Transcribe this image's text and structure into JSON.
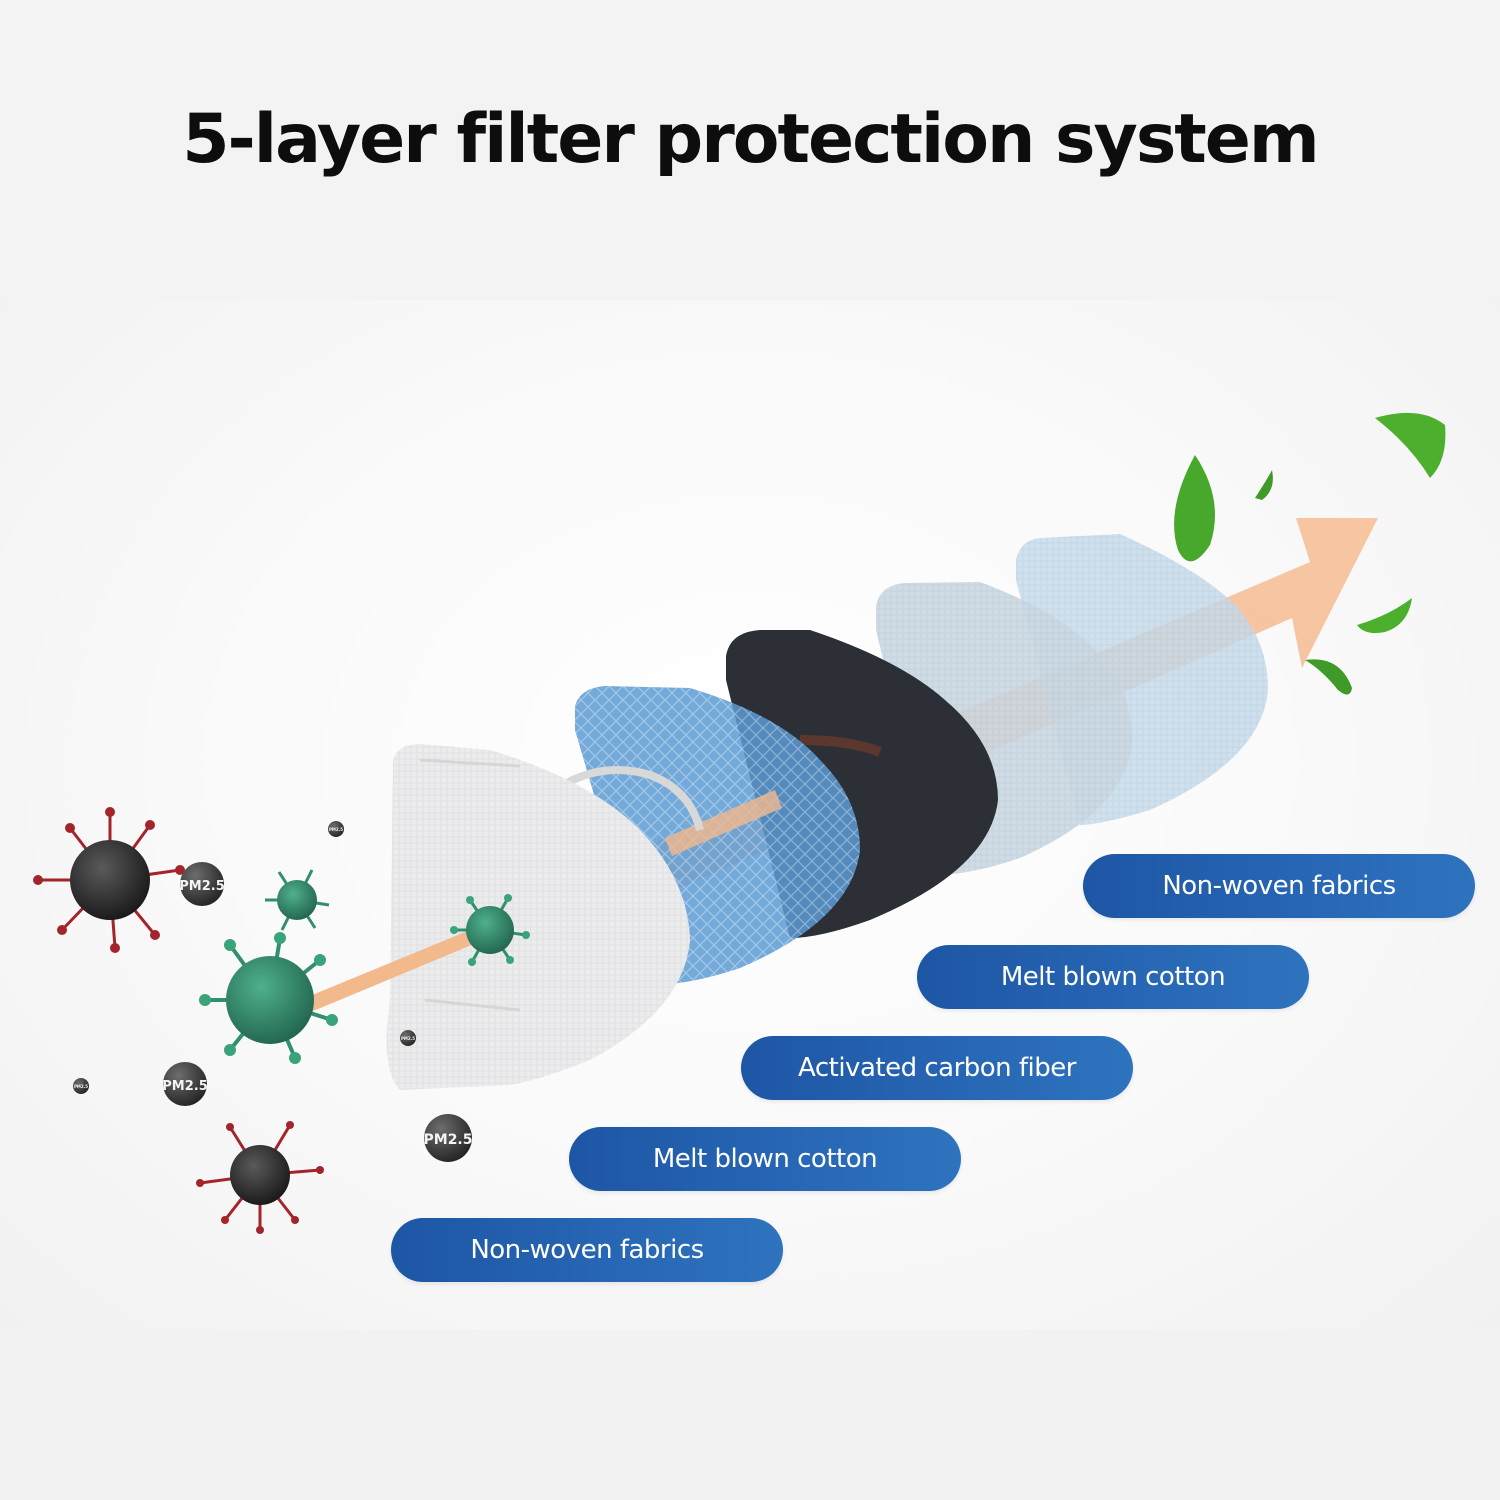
{
  "title": "5-layer filter protection system",
  "particle_label": "PM2.5",
  "layers": [
    {
      "label": "Non-woven fabrics"
    },
    {
      "label": "Melt blown cotton"
    },
    {
      "label": "Activated carbon fiber"
    },
    {
      "label": "Melt blown cotton"
    },
    {
      "label": "Non-woven fabrics"
    }
  ],
  "colors": {
    "label_blue": "#2766b4",
    "airflow_arrow": "#f2b98d",
    "virus_red": "#a3242a",
    "virus_green": "#2f8f6e",
    "leaf_green": "#4caf2e"
  }
}
